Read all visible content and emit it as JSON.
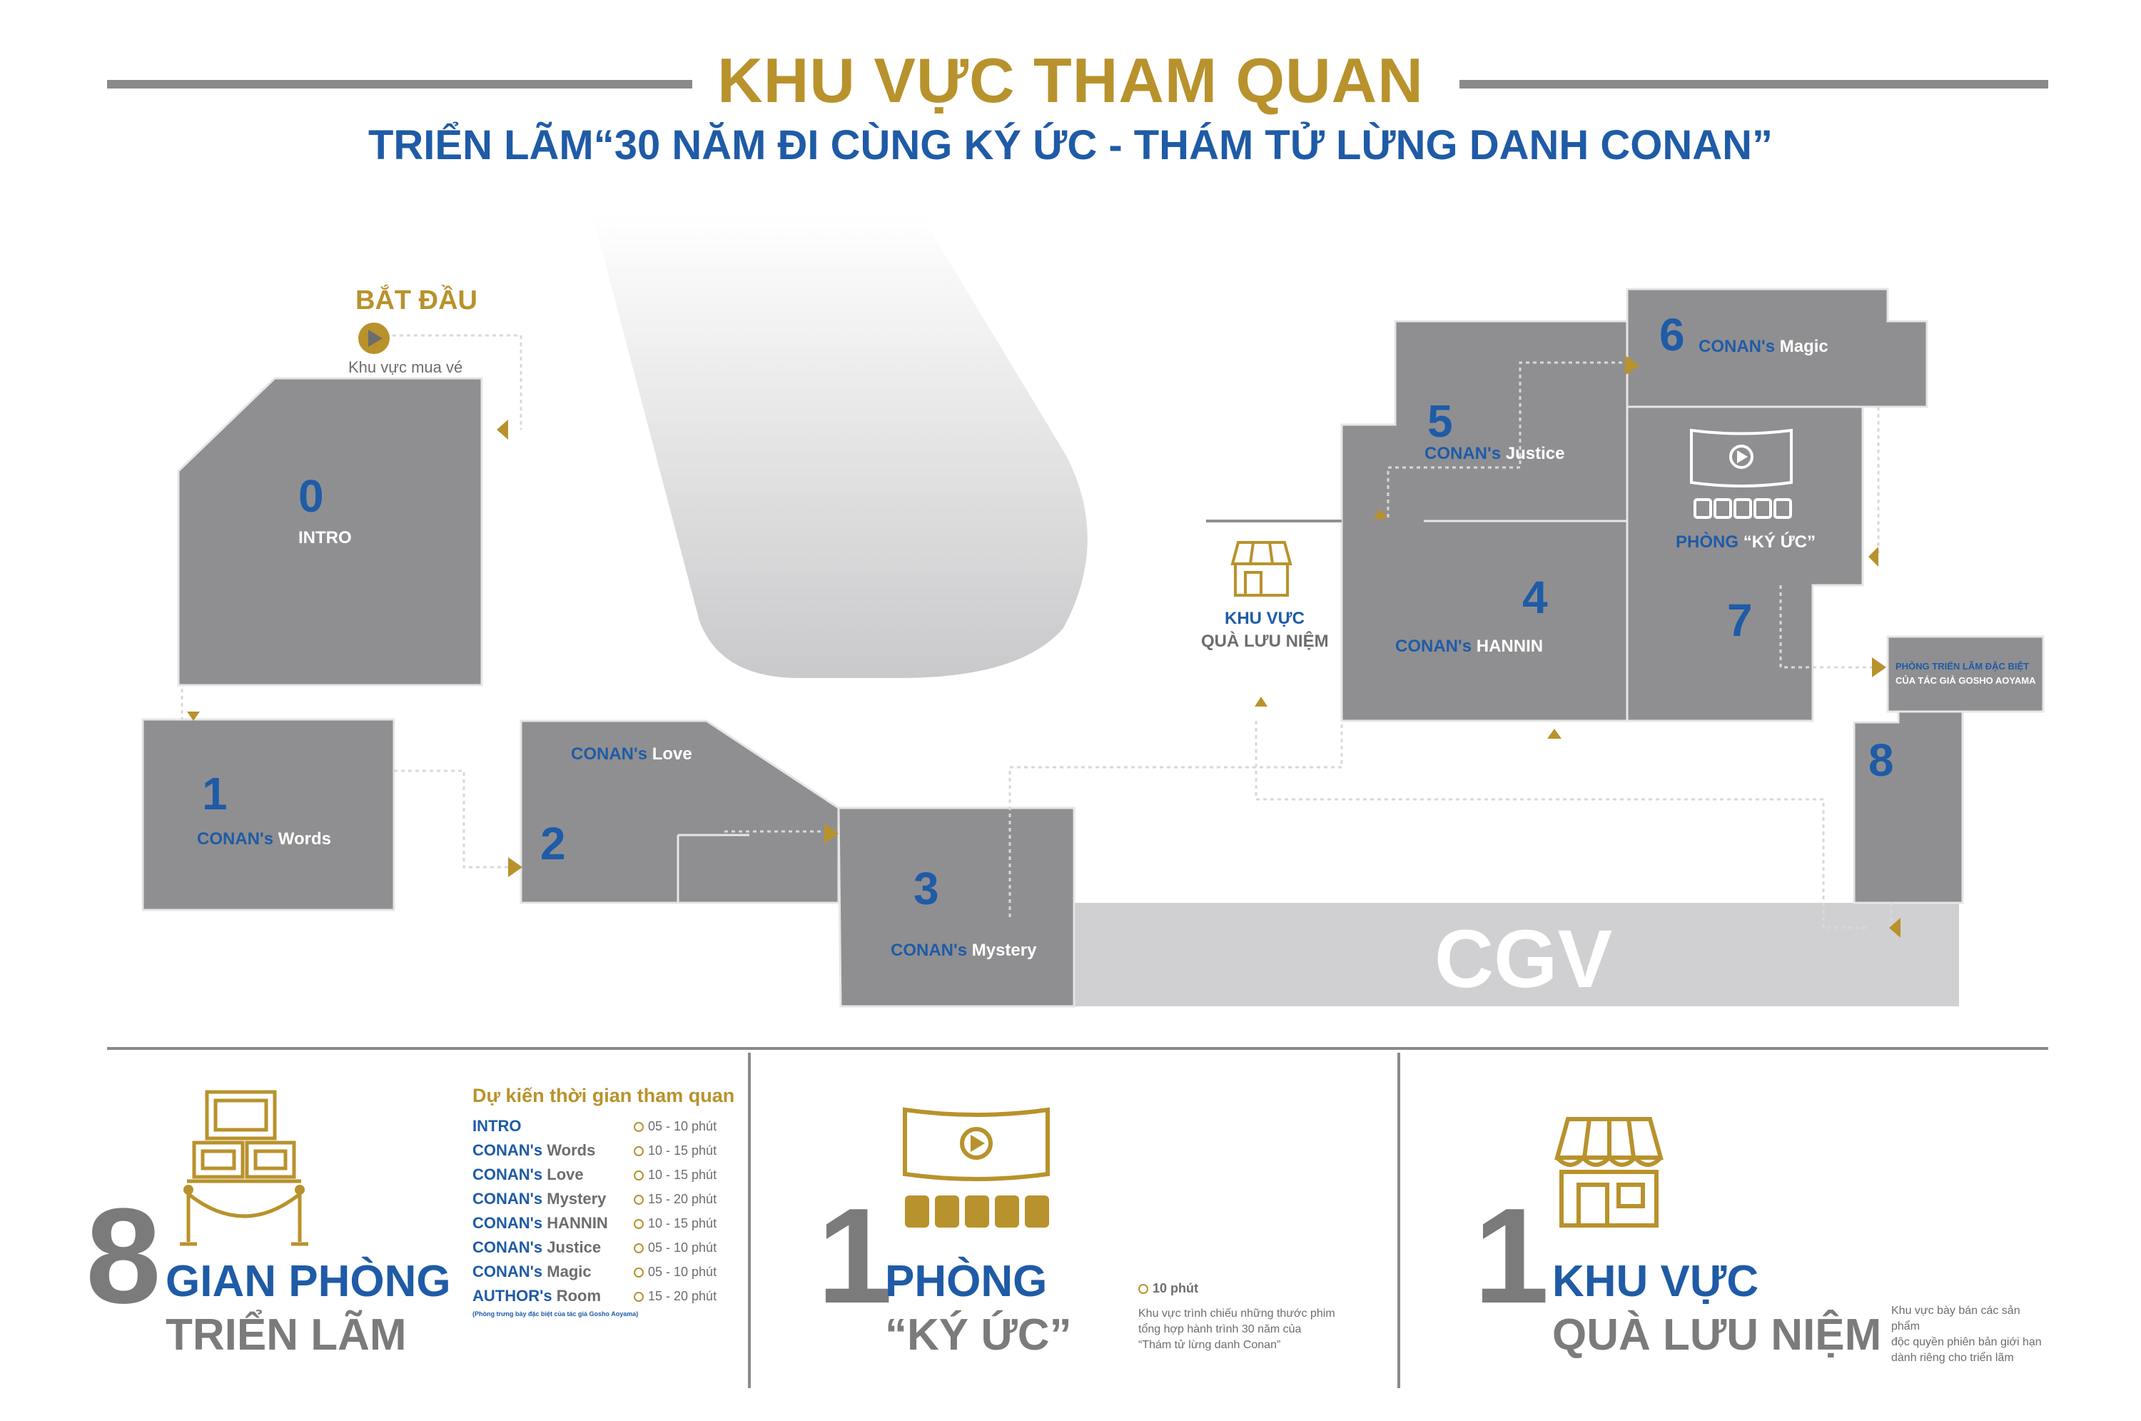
{
  "header": {
    "title": "KHU VỰC THAM QUAN",
    "subtitle": "TRIỂN LÃM“30 NĂM ĐI CÙNG KÝ ỨC - THÁM TỬ LỪNG DANH CONAN”"
  },
  "map": {
    "start": {
      "label": "BẮT ĐẦU",
      "note": "Khu vực mua vé"
    },
    "rooms": [
      {
        "num": "0",
        "prefix": "",
        "name": "INTRO"
      },
      {
        "num": "1",
        "prefix": "CONAN's",
        "name": "Words"
      },
      {
        "num": "2",
        "prefix": "CONAN's",
        "name": "Love"
      },
      {
        "num": "3",
        "prefix": "CONAN's",
        "name": "Mystery"
      },
      {
        "num": "4",
        "prefix": "CONAN's",
        "name": "HANNIN"
      },
      {
        "num": "5",
        "prefix": "CONAN's",
        "name": "Justice"
      },
      {
        "num": "6",
        "prefix": "CONAN's",
        "name": "Magic"
      },
      {
        "num": "7",
        "prefix": "",
        "name": ""
      },
      {
        "num": "8",
        "prefix": "",
        "name": ""
      }
    ],
    "memory_room": {
      "prefix": "PHÒNG",
      "name": "“KÝ ỨC”"
    },
    "souvenir": {
      "line1": "KHU VỰC",
      "line2": "QUÀ LƯU NIỆM"
    },
    "special": {
      "line1": "PHÒNG TRIỂN LÃM ĐẶC BIỆT",
      "line2": "CỦA TÁC GIẢ GOSHO AOYAMA"
    },
    "cgv": "CGV"
  },
  "stats": {
    "rooms": {
      "count": "8",
      "line1": "GIAN PHÒNG",
      "line2": "TRIỂN LÃM"
    },
    "schedule": {
      "title": "Dự kiến thời gian tham quan",
      "rows": [
        {
          "a": "INTRO",
          "b": "",
          "time": "05 - 10 phút"
        },
        {
          "a": "CONAN's",
          "b": "Words",
          "time": "10 - 15 phút"
        },
        {
          "a": "CONAN's",
          "b": "Love",
          "time": "10 - 15 phút"
        },
        {
          "a": "CONAN's",
          "b": "Mystery",
          "time": "15 - 20 phút"
        },
        {
          "a": "CONAN's",
          "b": "HANNIN",
          "time": "10 - 15 phút"
        },
        {
          "a": "CONAN's",
          "b": "Justice",
          "time": "05 - 10 phút"
        },
        {
          "a": "CONAN's",
          "b": "Magic",
          "time": "05 - 10 phút"
        },
        {
          "a": "AUTHOR's",
          "b": "Room",
          "time": "15 - 20 phút"
        }
      ],
      "footnote": "(Phòng trưng bày đặc biệt của tác giả Gosho Aoyama)"
    },
    "memory": {
      "count": "1",
      "line1": "PHÒNG",
      "line2": "“KÝ ỨC”",
      "duration": "10 phút",
      "desc1": "Khu vực trình chiếu những thước phim",
      "desc2": "tổng hợp hành trình 30 năm của",
      "desc3": "“Thám tử lừng danh Conan”"
    },
    "souvenir": {
      "count": "1",
      "line1": "KHU VỰC",
      "line2": "QUÀ LƯU NIỆM",
      "desc1": "Khu vực bày bán các sản phẩm",
      "desc2": "độc quyền phiên bản giới hạn",
      "desc3": "dành riêng cho triển lãm"
    }
  },
  "colors": {
    "gold": "#b8922c",
    "blue": "#1f5ba6",
    "room_gray": "#8f8f91",
    "light_gray": "#d0d0d2"
  }
}
